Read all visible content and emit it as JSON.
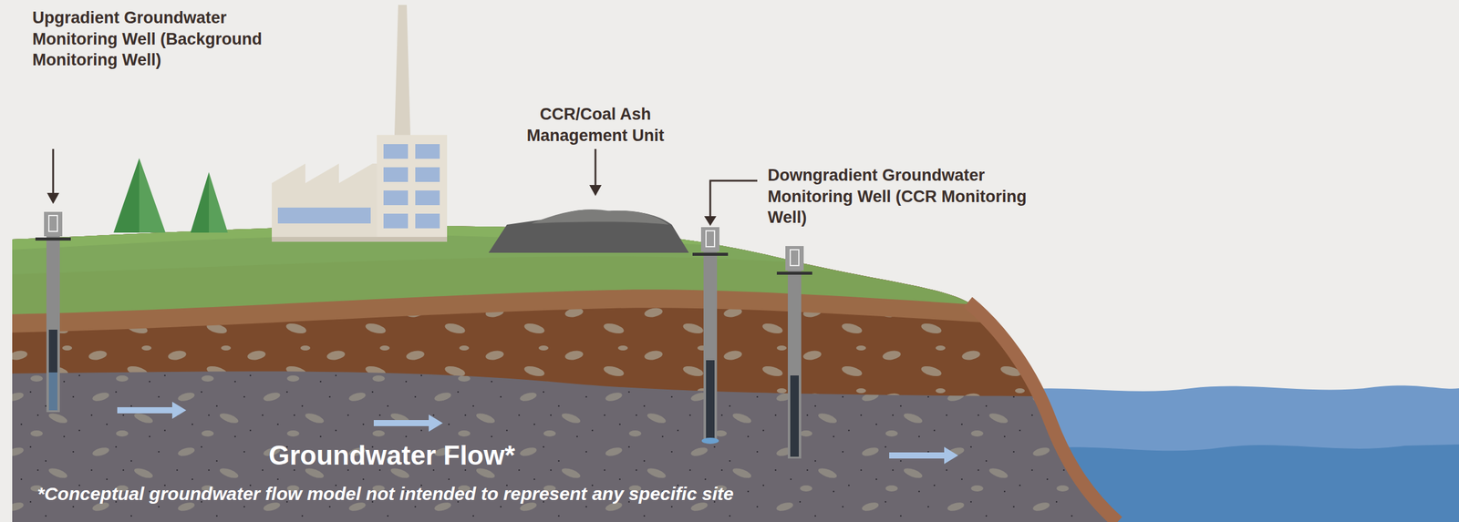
{
  "diagram": {
    "labels": [
      "Upgradient Groundwater Monitoring Well (Background Monitoring Well)",
      "CCR/Coal Ash Management Unit",
      "Downgradient Groundwater Monitoring Well (CCR Monitoring Well)",
      "Groundwater Flow*",
      "*Conceptual groundwater flow model not intended to represent any specific site"
    ]
  }
}
